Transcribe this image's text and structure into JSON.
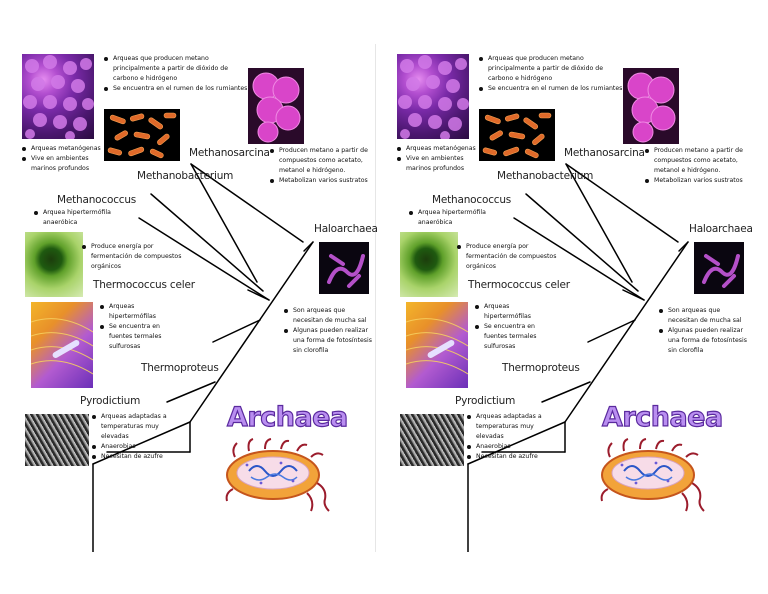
{
  "title": "Archaea",
  "labels": {
    "methanosarcina": "Methanosarcina",
    "methanobacterium": "Methanobacterium",
    "methanococcus": "Methanococcus",
    "haloarchaea": "Haloarchaea",
    "thermococcus": "Thermococcus celer",
    "thermoproteus": "Thermoproteus",
    "pyrodictium": "Pyrodictium"
  },
  "notes": {
    "metano_co2": [
      "Arqueas que producen metano principalmente a partir de dióxido de carbono e hidrógeno",
      "Se encuentra en el rumen de los rumiantes"
    ],
    "metanogenas": [
      "Arqueas metanógenas",
      "Vive en ambientes marinos profundos"
    ],
    "methanosarcina": [
      "Producen metano a partir de compuestos como acetato, metanol e hidrógeno.",
      "Metabolizan varios sustratos"
    ],
    "methanococcus": [
      "Arquea hipertermófila anaeróbica"
    ],
    "thermococcus": [
      "Produce energía por fermentación de compuestos orgánicos"
    ],
    "haloarchaea": [
      "Son arqueas que necesitan de mucha sal",
      "Algunas pueden realizar una forma de fotosíntesis sin clorofila"
    ],
    "thermoproteus": [
      "Arqueas hipertermófilas",
      "Se encuentra en fuentes termales sulfurosas"
    ],
    "pyrodictium": [
      "Arqueas adaptadas a temperaturas muy elevadas",
      "Anaerobias",
      "Necesitan de azufre"
    ]
  },
  "colors": {
    "title_fill": "#b98ef0",
    "title_stroke": "#5a2a9e",
    "tree_line": "#000000"
  },
  "icons": [
    "methanogen-micrograph",
    "methanobacterium-micrograph",
    "methanosarcina-micrograph",
    "methanococcus-micrograph",
    "haloarchaea-micrograph",
    "thermococcus-micrograph",
    "pyrodictium-micrograph",
    "archaea-cell-illustration"
  ]
}
